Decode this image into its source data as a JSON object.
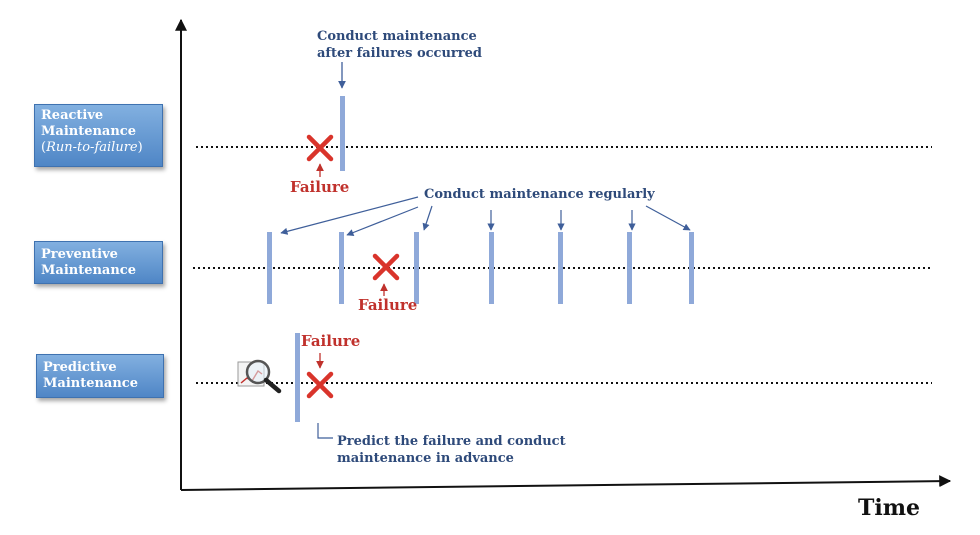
{
  "rows": [
    {
      "name": "Reactive",
      "line1": "Reactive",
      "line2": "Maintenance",
      "line3_open": "(",
      "line3_italic": "Run-to-failure",
      "line3_close": ")"
    },
    {
      "name": "Preventive",
      "line1": "Preventive",
      "line2": "Maintenance"
    },
    {
      "name": "Predictive",
      "line1": "Predictive",
      "line2": "Maintenance"
    }
  ],
  "annotations": {
    "reactive_note": "Conduct maintenance after failures occurred",
    "preventive_note": "Conduct maintenance regularly",
    "predictive_note": "Predict the failure and conduct maintenance in advance",
    "failure": "Failure"
  },
  "axis": {
    "x_label": "Time"
  },
  "colors": {
    "bar": "#8fa9d9",
    "cross": "#d9342b",
    "note": "#2e4a7a",
    "failure_text": "#c0312c",
    "box": "#5b8fcf"
  },
  "icons": {
    "magnifier": "magnifier-chart-icon",
    "cross": "cross-icon"
  }
}
